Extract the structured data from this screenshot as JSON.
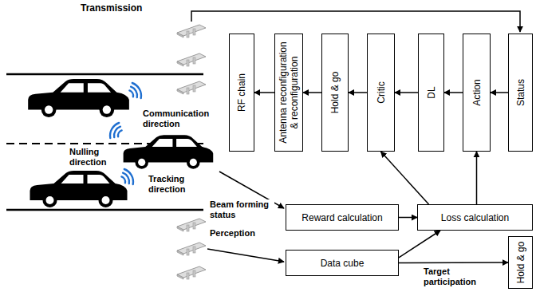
{
  "diagram": {
    "nodes": [
      {
        "text": [
          "RF chain"
        ]
      },
      {
        "text": [
          "Antenna reconfiguration & reconfiguration"
        ]
      },
      {
        "text": [
          "Hold & go"
        ]
      },
      {
        "text": [
          "Critic"
        ]
      },
      {
        "text": [
          "DL"
        ]
      },
      {
        "text": [
          "Action"
        ]
      },
      {
        "text": [
          "Status"
        ]
      },
      {
        "text": [
          "Reward calculation"
        ]
      },
      {
        "text": [
          "Loss calculation"
        ]
      },
      {
        "text": [
          "Data cube"
        ]
      },
      {
        "text": [
          "Hold & go"
        ]
      }
    ],
    "edges": [
      {
        "from": 6,
        "to": 5,
        "arrow": "to"
      },
      {
        "from": 5,
        "to": 4,
        "arrow": "to"
      },
      {
        "from": 4,
        "to": 3,
        "arrow": "to"
      },
      {
        "from": 3,
        "to": 2,
        "arrow": "to"
      },
      {
        "from": 2,
        "to": 1,
        "arrow": "to"
      },
      {
        "from": 1,
        "to": 0,
        "arrow": "to"
      },
      {
        "from": 7,
        "to": 8,
        "arrow": "to"
      },
      {
        "from": 8,
        "to": 3,
        "arrow": "to"
      },
      {
        "from": 8,
        "to": 5,
        "arrow": "to"
      },
      {
        "from": 9,
        "to": 8,
        "arrow": "to"
      },
      {
        "from": 9,
        "to": 10,
        "arrow": "to",
        "label": "Target participation"
      }
    ],
    "labels": [
      "Transmission",
      "Communication direction",
      "Nulling direction",
      "Tracking direction",
      "Beam forming status",
      "Perception"
    ]
  }
}
